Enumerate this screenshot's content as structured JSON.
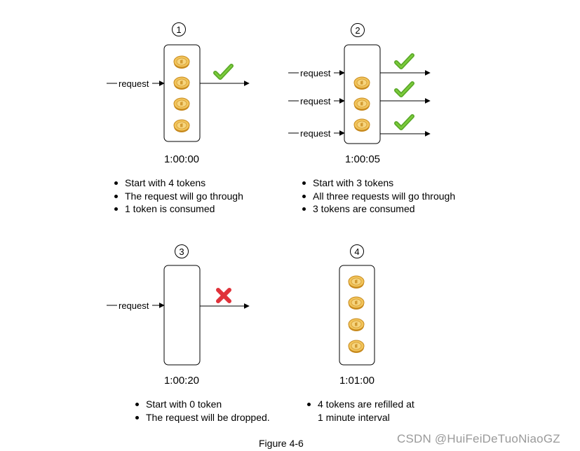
{
  "colors": {
    "check": "#5aa828",
    "cross": "#e0323a",
    "coin_fill": "#f2c45a",
    "coin_edge": "#c78a1e",
    "stroke": "#000000"
  },
  "icons": {
    "check": "check-icon",
    "cross": "cross-icon",
    "token": "coin-icon"
  },
  "panels": [
    {
      "step": "1",
      "time": "1:00:00",
      "request_label": "request",
      "tokens": 4,
      "bullets": [
        "Start with 4 tokens",
        "The request will go through",
        "1 token is consumed"
      ]
    },
    {
      "step": "2",
      "time": "1:00:05",
      "request_label": "request",
      "tokens": 3,
      "bullets": [
        "Start with 3 tokens",
        "All three requests will go through",
        "3 tokens are consumed"
      ]
    },
    {
      "step": "3",
      "time": "1:00:20",
      "request_label": "request",
      "tokens": 0,
      "bullets": [
        "Start with 0 token",
        "The request will be dropped."
      ]
    },
    {
      "step": "4",
      "time": "1:01:00",
      "tokens": 4,
      "bullets": [
        "4 tokens are refilled at",
        "1 minute interval"
      ]
    }
  ],
  "caption": "Figure 4-6",
  "watermark": "CSDN @HuiFeiDeTuoNiaoGZ"
}
